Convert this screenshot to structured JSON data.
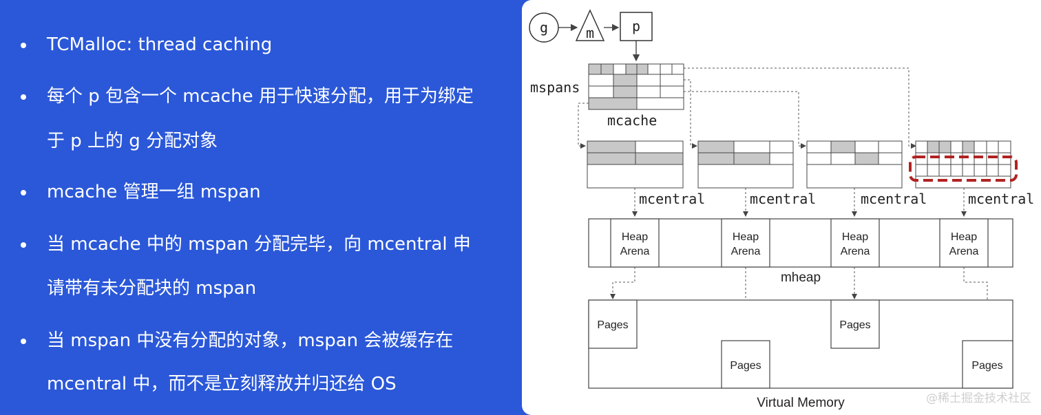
{
  "slide": {
    "bullets": [
      {
        "lines": [
          "TCMalloc: thread caching"
        ]
      },
      {
        "lines": [
          "每个 p 包含一个 mcache 用于快速分配，用于为绑定",
          "于 p 上的 g 分配对象"
        ]
      },
      {
        "lines": [
          "mcache 管理一组 mspan"
        ]
      },
      {
        "lines": [
          "当 mcache 中的 mspan 分配完毕，向 mcentral 申",
          "请带有未分配块的 mspan"
        ]
      },
      {
        "lines": [
          "当 mspan 中没有分配的对象，mspan 会被缓存在",
          "mcentral 中，而不是立刻释放并归还给 OS"
        ]
      }
    ]
  },
  "diagram": {
    "g_label": "g",
    "m_label": "m",
    "p_label": "p",
    "mspans_label": "mspans",
    "mcache_label": "mcache",
    "mcentral_labels": [
      "mcentral",
      "mcentral",
      "mcentral",
      "mcentral"
    ],
    "heap_arena_line1": "Heap",
    "heap_arena_line2": "Arena",
    "mheap_label": "mheap",
    "pages_label": "Pages",
    "virtual_memory_label": "Virtual Memory",
    "highlight_color": "#b22222",
    "shade_color": "#c8c8c8"
  },
  "watermark": "@稀土掘金技术社区"
}
